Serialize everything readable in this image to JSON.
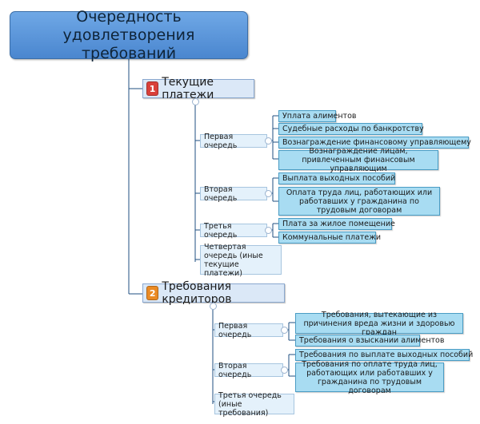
{
  "root": {
    "title": "Очередность удовлетворения требований"
  },
  "colors": {
    "root": "#5b95db",
    "badge1": "#d9403a",
    "badge2": "#ea8a24",
    "leaf": "#a8dcf2",
    "line": "#1f4f80"
  },
  "branches": [
    {
      "number": "1",
      "title": "Текущие платежи",
      "queues": [
        {
          "label": "Первая очередь",
          "items": [
            "Уплата алиментов",
            "Судебные расходы по банкротству",
            "Вознаграждение финансовому управляющему",
            "Вознаграждение лицам, привлеченным финансовым управляющим"
          ]
        },
        {
          "label": "Вторая очередь",
          "items": [
            "Выплата выходных пособий",
            "Оплата  труда лиц, работающих или работавших у гражданина по трудовым договорам"
          ]
        },
        {
          "label": "Третья очередь",
          "items": [
            "Плата за жилое помещение",
            "Коммунальные платежи"
          ]
        },
        {
          "label": "Четвертая очередь (иные текущие платежи)",
          "items": []
        }
      ]
    },
    {
      "number": "2",
      "title": "Требования кредиторов",
      "queues": [
        {
          "label": "Первая очередь",
          "items": [
            "Требования, вытекающие из причинения вреда жизни и здоровью граждан",
            "Требования о взыскании алиментов"
          ]
        },
        {
          "label": "Вторая очередь",
          "items": [
            "Требования по выплате выходных пособий",
            "Требования по оплате труда лиц, работающих или работавших у гражданина по трудовым договорам"
          ]
        },
        {
          "label": "Третья очередь (иные требования)",
          "items": []
        }
      ]
    }
  ]
}
